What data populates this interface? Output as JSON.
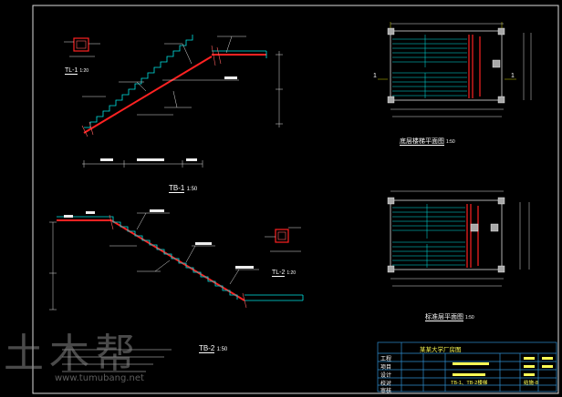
{
  "drawing": {
    "section_tb1": {
      "name": "TB-1",
      "scale": "1:50"
    },
    "section_tb2": {
      "name": "TB-2",
      "scale": "1:50"
    },
    "detail_tl1": {
      "name": "TL-1",
      "scale": "1:20"
    },
    "detail_tl2": {
      "name": "TL-2",
      "scale": "1:20"
    },
    "plan_top": {
      "label": "底层楼梯平面图",
      "scale": "1:50"
    },
    "plan_bottom": {
      "label": "标准层平面图",
      "scale": "1:50"
    },
    "axis_mark": "1"
  },
  "title_block": {
    "header": "某某大学厂房图",
    "rows": [
      "工程",
      "项目",
      "设计",
      "校对",
      "审核"
    ],
    "drawing_name": "TB-1、TB-2楼梯",
    "drawing_no": "结施-8"
  },
  "watermark": {
    "brand": "土木帮",
    "url": "www.tumubang.net"
  },
  "colors": {
    "background": "#000000",
    "line": "#ffffff",
    "stair": "#ff2222",
    "step": "#00e5e5",
    "dim": "#dddddd",
    "column": "#a8a8a8",
    "grid": "#cccc00"
  }
}
